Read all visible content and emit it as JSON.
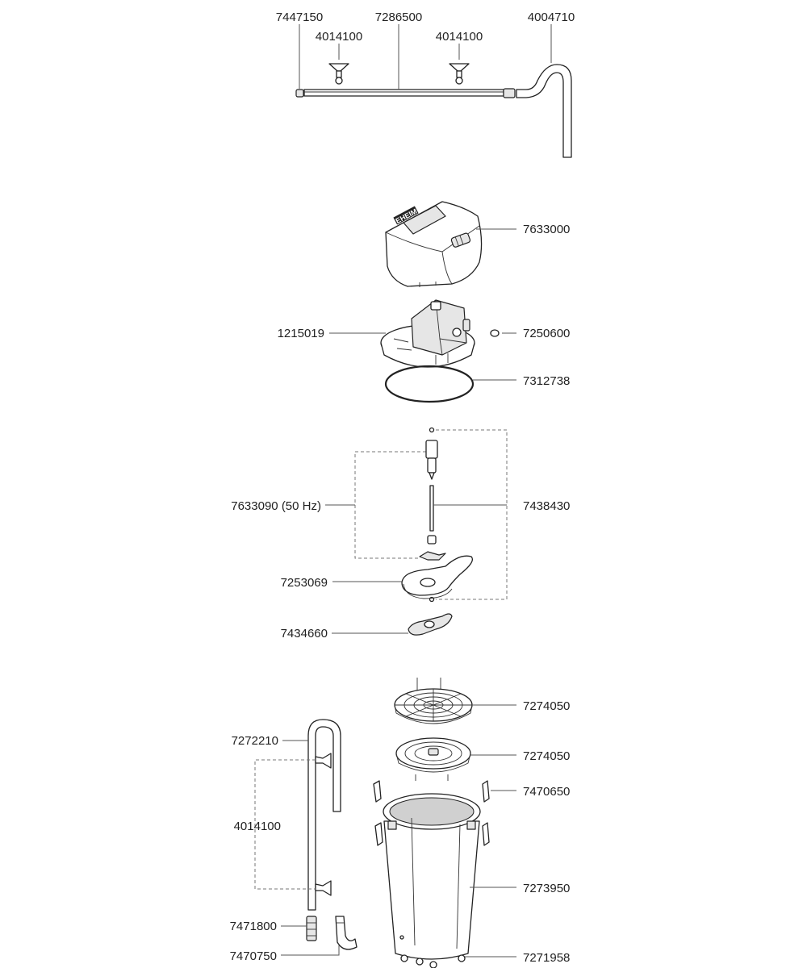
{
  "labels": {
    "p7447150": "7447150",
    "p7286500": "7286500",
    "p4004710": "4004710",
    "p4014100_a": "4014100",
    "p4014100_b": "4014100",
    "p7633000": "7633000",
    "p1215019": "1215019",
    "p7250600": "7250600",
    "p7312738": "7312738",
    "p7633090": "7633090  (50 Hz)",
    "p7438430": "7438430",
    "p7253069": "7253069",
    "p7434660": "7434660",
    "p7274050_a": "7274050",
    "p7274050_b": "7274050",
    "p7272210": "7272210",
    "p7470650": "7470650",
    "p4014100_c": "4014100",
    "p7273950": "7273950",
    "p7471800": "7471800",
    "p7470750": "7470750",
    "p7271958": "7271958"
  },
  "brand_mark": "EHEIM"
}
